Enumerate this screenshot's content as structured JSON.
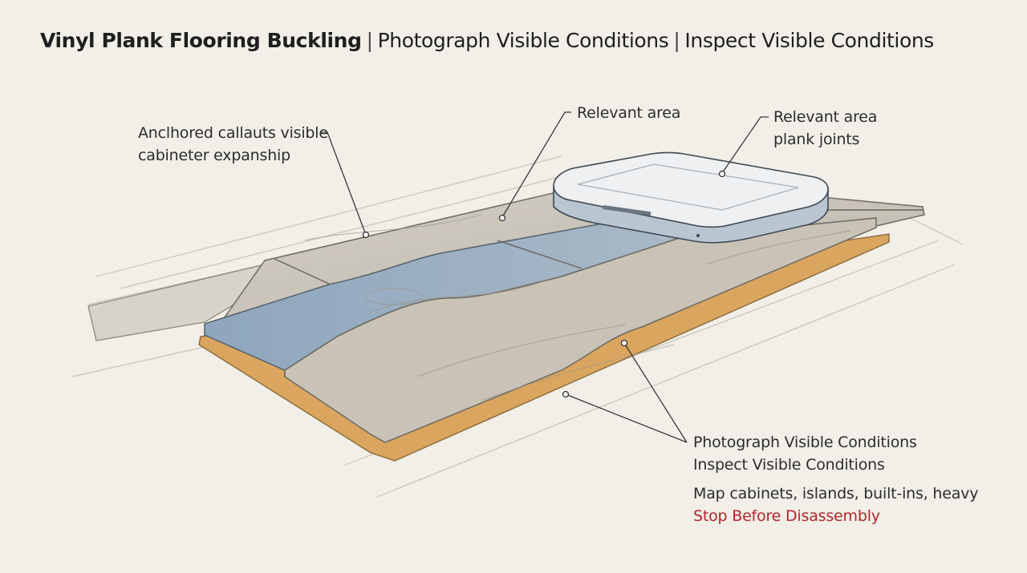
{
  "title": {
    "main": "Vinyl Plank Flooring Buckling",
    "separator": "|",
    "part2": "Photograph Visible Conditions",
    "part3": "Inspect Visible Conditions"
  },
  "callouts": {
    "left": {
      "line1": "Anclhored callauts visible",
      "line2": "cabineter expanship"
    },
    "center": {
      "line1": "Relevant area"
    },
    "right": {
      "line1": "Relevant area",
      "line2": "plank joints"
    },
    "bottom": {
      "line1": "Photograph Visible Conditions",
      "line2": "Inspect Visible Conditions",
      "line3": "Map cabinets, islands, built-ins, heavy",
      "line4": "Stop Before Disassembly"
    }
  },
  "colors": {
    "warning": "#b3262a",
    "plank_gray": "#c9c4b9",
    "plank_blue": "#8fa6bd",
    "subfloor_tan": "#d9a55f"
  }
}
